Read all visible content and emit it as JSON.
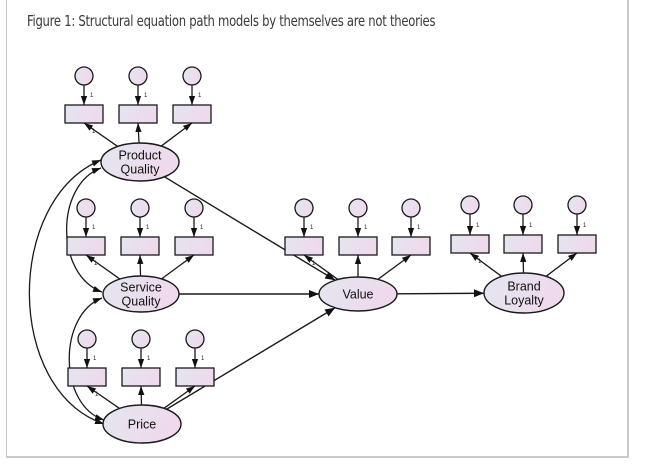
{
  "figure": {
    "caption": "Figure 1: Structural equation path models by themselves are not theories"
  },
  "colors": {
    "fill_start": "#e4e6f0",
    "fill_end": "#efd9ec",
    "stroke": "#1a1a1a",
    "frame": "#c9c9c9"
  },
  "latent_variables": [
    {
      "id": "pq",
      "label_lines": [
        "Product",
        "Quality"
      ],
      "indicator_count": 3
    },
    {
      "id": "sq",
      "label_lines": [
        "Service",
        "Quality"
      ],
      "indicator_count": 3
    },
    {
      "id": "pr",
      "label_lines": [
        "Price"
      ],
      "indicator_count": 3
    },
    {
      "id": "val",
      "label_lines": [
        "Value"
      ],
      "indicator_count": 3
    },
    {
      "id": "bl",
      "label_lines": [
        "Brand",
        "Loyalty"
      ],
      "indicator_count": 3
    }
  ],
  "fixed_loading_label": "1",
  "paths": [
    {
      "from": "pq",
      "to": "val",
      "type": "directed"
    },
    {
      "from": "sq",
      "to": "val",
      "type": "directed"
    },
    {
      "from": "pr",
      "to": "val",
      "type": "directed"
    },
    {
      "from": "val",
      "to": "bl",
      "type": "directed"
    }
  ],
  "covariances": [
    {
      "a": "pq",
      "b": "sq"
    },
    {
      "a": "sq",
      "b": "pr"
    },
    {
      "a": "pq",
      "b": "pr"
    }
  ]
}
